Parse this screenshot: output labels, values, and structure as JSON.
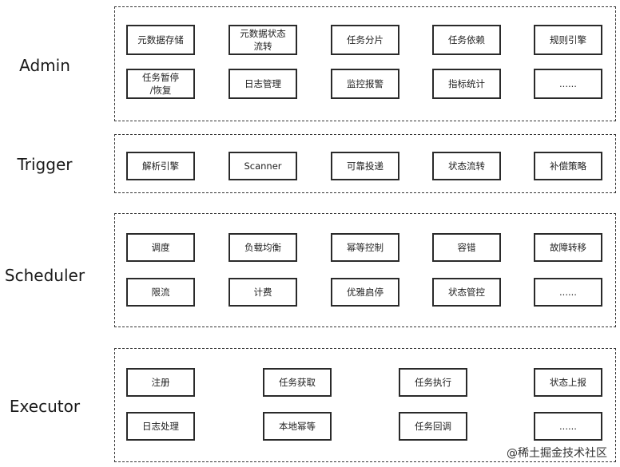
{
  "layers": [
    {
      "label": "Admin",
      "items": [
        [
          "元数据存储",
          "元数据状态\n流转",
          "任务分片",
          "任务依赖",
          "规则引擎"
        ],
        [
          "任务暂停\n/恢复",
          "日志管理",
          "监控报警",
          "指标统计",
          "......"
        ]
      ]
    },
    {
      "label": "Trigger",
      "items": [
        [
          "解析引擎",
          "Scanner",
          "可靠投递",
          "状态流转",
          "补偿策略"
        ]
      ]
    },
    {
      "label": "Scheduler",
      "items": [
        [
          "调度",
          "负载均衡",
          "幂等控制",
          "容错",
          "故障转移"
        ],
        [
          "限流",
          "计费",
          "优雅启停",
          "状态管控",
          "......"
        ]
      ]
    },
    {
      "label": "Executor",
      "items": [
        [
          "注册",
          "任务获取",
          "任务执行",
          "状态上报"
        ],
        [
          "日志处理",
          "本地幂等",
          "任务回调",
          "......"
        ]
      ]
    }
  ],
  "footer": "@稀土掘金技术社区"
}
